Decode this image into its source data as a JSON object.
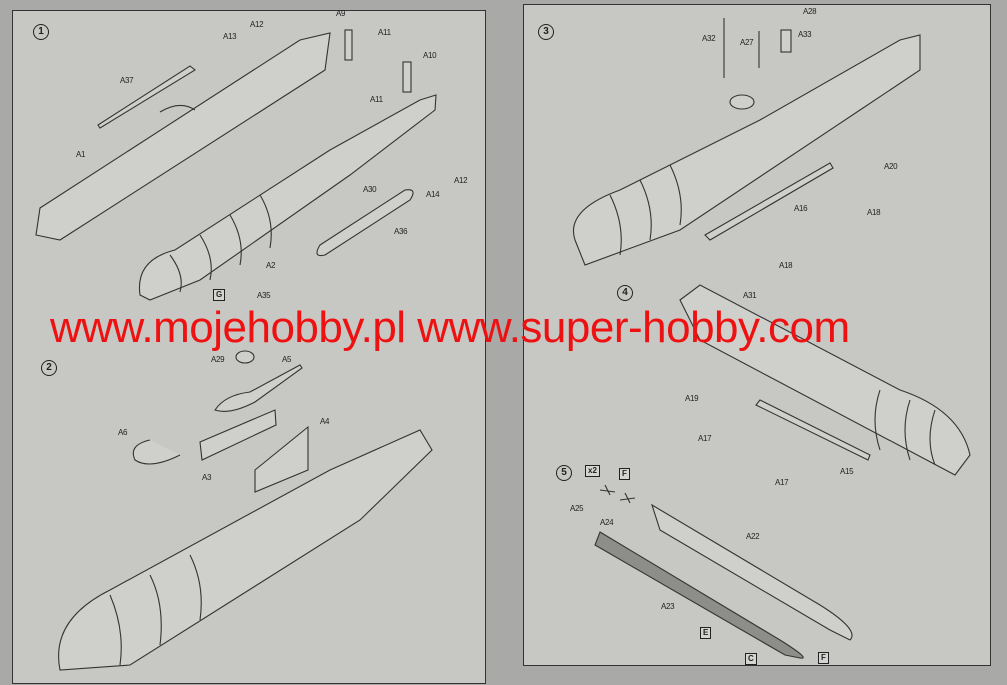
{
  "watermark": "www.mojehobby.pl www.super-hobby.com",
  "steps": {
    "s1": {
      "number": "1",
      "labels": [
        "A13",
        "A12",
        "A9",
        "A11",
        "A10",
        "A11",
        "A37",
        "A1",
        "A12",
        "A14",
        "A30",
        "A36",
        "A2"
      ]
    },
    "s2": {
      "number": "2",
      "labels": [
        "A35",
        "A29",
        "A5",
        "A6",
        "A4",
        "A3"
      ],
      "paint": "G"
    },
    "s3": {
      "number": "3",
      "labels": [
        "A28",
        "A32",
        "A27",
        "A33",
        "A20",
        "A16",
        "A18",
        "A18"
      ]
    },
    "s4": {
      "number": "4",
      "labels": [
        "A31",
        "A19",
        "A17",
        "A15",
        "A17"
      ]
    },
    "s5": {
      "number": "5",
      "labels": [
        "A25",
        "A24",
        "A22",
        "A23"
      ],
      "quantity": "x2",
      "paint": [
        "F",
        "E",
        "C",
        "F"
      ]
    }
  },
  "colors": {
    "watermark": "#ee1111",
    "paper": "#c7c7c4"
  }
}
